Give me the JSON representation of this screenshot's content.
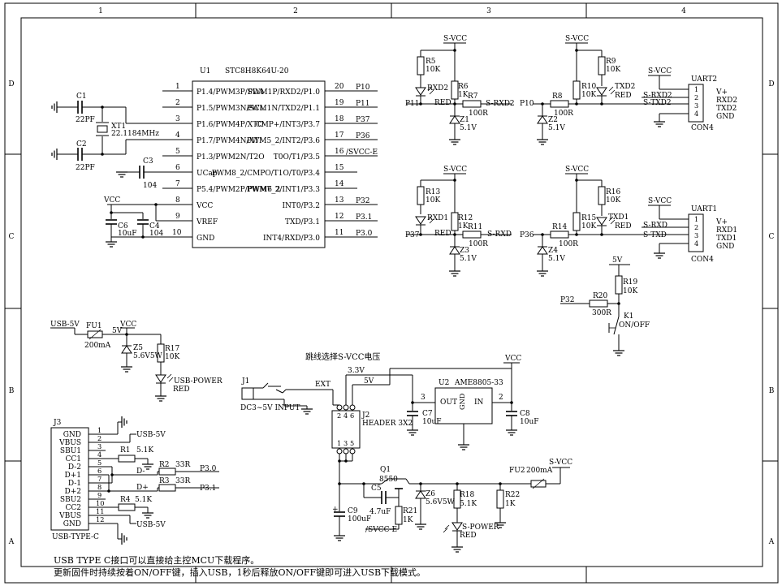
{
  "border": {
    "columns": [
      "1",
      "2",
      "3",
      "4"
    ],
    "rows": [
      "D",
      "C",
      "B",
      "A"
    ]
  },
  "u1": {
    "ref": "U1",
    "part": "STC8H8K64U-20",
    "left_pins": [
      {
        "num": "1",
        "name": "P1.4/PWM3P/SDA"
      },
      {
        "num": "2",
        "name": "P1.5/PWM3N/SCL"
      },
      {
        "num": "3",
        "name": "P1.6/PWM4P/XTO"
      },
      {
        "num": "4",
        "name": "P1.7/PWM4N/XTI"
      },
      {
        "num": "5",
        "name": "P1.3/PWM2N/T2O"
      },
      {
        "num": "6",
        "name": "UCap"
      },
      {
        "num": "7",
        "name": "P5.4/PWM2P/PWM6_2"
      },
      {
        "num": "8",
        "name": "VCC"
      },
      {
        "num": "9",
        "name": "VREF"
      },
      {
        "num": "10",
        "name": "GND"
      }
    ],
    "right_pins": [
      {
        "num": "20",
        "name": "PWM1P/RXD2/P1.0",
        "net": "P10"
      },
      {
        "num": "19",
        "name": "PWM1N/TXD2/P1.1",
        "net": "P11"
      },
      {
        "num": "18",
        "name": "CMP+/INT3/P3.7",
        "net": "P37"
      },
      {
        "num": "17",
        "name": "PWM5_2/INT2/P3.6",
        "net": "P36"
      },
      {
        "num": "16",
        "name": "T0O/T1/P3.5",
        "net": "/SVCC-E"
      },
      {
        "num": "15",
        "name": "PWM8_2/CMPO/T1O/T0/P3.4",
        "net": ""
      },
      {
        "num": "14",
        "name": "PWM7_2/INT1/P3.3",
        "net": ""
      },
      {
        "num": "13",
        "name": "INT0/P3.2",
        "net": "P32"
      },
      {
        "num": "12",
        "name": "TXD/P3.1",
        "net": "P3.1"
      },
      {
        "num": "11",
        "name": "INT4/RXD/P3.0",
        "net": "P3.0"
      }
    ]
  },
  "crystal": {
    "c1": "C1",
    "c1_val": "22PF",
    "c2": "C2",
    "c2_val": "22PF",
    "xt": "XT1",
    "xt_val": "22.1184MHz"
  },
  "ucap": {
    "ref": "C3",
    "val": "104"
  },
  "vcc_decoupling": {
    "net": "VCC",
    "c6": "C6",
    "c6_val": "10uF",
    "c4": "C4",
    "c4_val": "104"
  },
  "uart2_block": {
    "vcc": "S-VCC",
    "r5": "R5",
    "r5_val": "10K",
    "led": "RXD2",
    "led_color": "RED",
    "r6": "R6",
    "r6_val": "1K",
    "z": "Z1",
    "z_val": "5.1V",
    "r7": "R7",
    "r7_val": "100R",
    "net_in": "P11",
    "net_out": "S-RXD2",
    "vcc2": "S-VCC",
    "r9": "R9",
    "r9_val": "10K",
    "r10": "R10",
    "r10_val": "10K",
    "led2": "TXD2",
    "led2_color": "RED",
    "r8": "R8",
    "r8_val": "100R",
    "z2": "Z2",
    "z2_val": "5.1V",
    "net_in2": "P10"
  },
  "uart2_conn": {
    "ref": "UART2",
    "type": "CON4",
    "vcc": "S-VCC",
    "pins": [
      "1",
      "2",
      "3",
      "4"
    ],
    "labels": [
      "V+",
      "RXD2",
      "TXD2",
      "GND"
    ],
    "nets": [
      "S-RXD2",
      "S-TXD2"
    ]
  },
  "uart1_block": {
    "vcc": "S-VCC",
    "r13": "R13",
    "r13_val": "10K",
    "led": "RXD1",
    "led_color": "RED",
    "r12": "R12",
    "r12_val": "1K",
    "z": "Z3",
    "z_val": "5.1V",
    "r11": "R11",
    "r11_val": "100R",
    "net_in": "P37",
    "net_out": "S-RXD",
    "vcc2": "S-VCC",
    "r16": "R16",
    "r16_val": "10K",
    "r15": "R15",
    "r15_val": "10K",
    "led2": "TXD1",
    "led2_color": "RED",
    "r14": "R14",
    "r14_val": "100R",
    "z2": "Z4",
    "z2_val": "5.1V",
    "net_in2": "P36"
  },
  "uart1_conn": {
    "ref": "UART1",
    "type": "CON4",
    "vcc": "S-VCC",
    "pins": [
      "1",
      "2",
      "3",
      "4"
    ],
    "labels": [
      "V+",
      "RXD1",
      "TXD1",
      "GND"
    ],
    "nets": [
      "S-RXD",
      "S-TXD"
    ]
  },
  "key": {
    "vcc": "5V",
    "r19": "R19",
    "r19_val": "10K",
    "net": "P32",
    "r20": "R20",
    "r20_val": "300R",
    "k": "K1",
    "k_label": "ON/OFF"
  },
  "usb_power": {
    "net_in": "USB-5V",
    "fu": "FU1",
    "fu_val": "200mA",
    "net_5v": "5V",
    "vcc": "VCC",
    "z": "Z5",
    "z_val": "5.6V5W",
    "r": "R17",
    "r_val": "10K",
    "led": "USB-POWER",
    "led_color": "RED"
  },
  "jumper": {
    "title": "跳线选择S-VCC电压",
    "j1": "J1",
    "j1_val": "DC3~5V INPUT",
    "ext": "EXT",
    "v33": "3.3V",
    "v5": "5V",
    "j2": "J2",
    "j2_val": "HEADER 3X2",
    "pins_top": [
      "2",
      "4",
      "6"
    ],
    "pins_bot": [
      "1",
      "3",
      "5"
    ]
  },
  "ldo": {
    "ref": "U2",
    "part": "AME8805-33",
    "vcc": "VCC",
    "out": "OUT",
    "in": "IN",
    "gnd": "GND",
    "pin_out": "3",
    "pin_in": "2",
    "c7": "C7",
    "c7_val": "10uF",
    "c8": "C8",
    "c8_val": "10uF"
  },
  "switch": {
    "q": "Q1",
    "q_val": "8550",
    "c5": "C5",
    "c5_val": "4.7uF",
    "c9": "C9",
    "c9_val": "100uF",
    "r21": "R21",
    "r21_val": "1K",
    "net": "/SVCC-E",
    "z": "Z6",
    "z_val": "5.6V5W",
    "r18": "R18",
    "r18_val": "5.1K",
    "r22": "R22",
    "r22_val": "1K",
    "fu": "FU2",
    "fu_val": "200mA",
    "svcc": "S-VCC",
    "led": "S-POWER",
    "led_color": "RED"
  },
  "usbc": {
    "ref": "J3",
    "type": "USB-TYPE-C",
    "pins": [
      "1",
      "2",
      "3",
      "4",
      "5",
      "6",
      "7",
      "8",
      "9",
      "10",
      "11",
      "12"
    ],
    "labels": [
      "GND",
      "VBUS",
      "SBU1",
      "CC1",
      "D-2",
      "D+1",
      "D-1",
      "D+2",
      "SBU2",
      "CC2",
      "VBUS",
      "GND"
    ],
    "net_usb5v_1": "USB-5V",
    "net_usb5v_2": "USB-5V",
    "r1": "R1",
    "r1_val": "5.1K",
    "r2": "R2",
    "r2_val": "33R",
    "r3": "R3",
    "r3_val": "33R",
    "r4": "R4",
    "r4_val": "5.1K",
    "dminus": "D-",
    "dplus": "D+",
    "p30": "P3.0",
    "p31": "P3.1"
  },
  "notes": [
    "USB TYPE C接口可以直接给主控MCU下载程序。",
    "更新固件时持续按着ON/OFF键，插入USB，1秒后释放ON/OFF键即可进入USB下载模式。"
  ]
}
